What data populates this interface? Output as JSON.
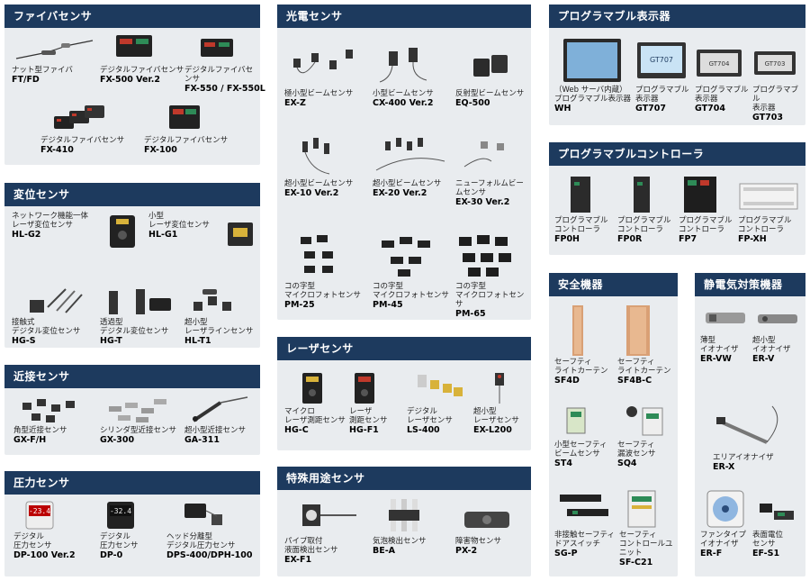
{
  "panels": [
    {
      "id": "fiber",
      "title": "ファイバセンサ",
      "items": [
        {
          "name": "ナット型ファイバ",
          "model": "FT/FD",
          "icon": "fiber-cable-icon"
        },
        {
          "name": "デジタルファイバセンサ",
          "model": "FX-500 Ver.2",
          "icon": "fiber-amplifier-icon"
        },
        {
          "name": "デジタルファイバセンサ",
          "model": "FX-550 / FX-550L",
          "icon": "fiber-amplifier-icon"
        },
        {
          "name": "デジタルファイバセンサ",
          "model": "FX-410",
          "icon": "fiber-amplifier-set-icon"
        },
        {
          "name": "デジタルファイバセンサ",
          "model": "FX-100",
          "icon": "fiber-amplifier-icon"
        }
      ]
    },
    {
      "id": "displacement",
      "title": "変位センサ",
      "items": [
        {
          "name": "ネットワーク機能一体\nレーザ変位センサ",
          "model": "HL-G2",
          "icon": "laser-displacement-sensor-icon"
        },
        {
          "name": "小型\nレーザ変位センサ",
          "model": "HL-G1",
          "icon": "laser-displacement-sensor-icon"
        },
        {
          "name": "接触式\nデジタル変位センサ",
          "model": "HG-S",
          "icon": "contact-probe-icon"
        },
        {
          "name": "透過型\nデジタル変位センサ",
          "model": "HG-T",
          "icon": "through-beam-sensor-icon"
        },
        {
          "name": "超小型\nレーザラインセンサ",
          "model": "HL-T1",
          "icon": "line-sensor-icon"
        }
      ]
    },
    {
      "id": "proximity",
      "title": "近接センサ",
      "items": [
        {
          "name": "角型近接センサ",
          "model": "GX-F/H",
          "icon": "square-proximity-sensor-icon"
        },
        {
          "name": "シリンダ型近接センサ",
          "model": "GX-300",
          "icon": "cylinder-proximity-sensor-icon"
        },
        {
          "name": "超小型近接センサ",
          "model": "GA-311",
          "icon": "mini-proximity-sensor-icon"
        }
      ]
    },
    {
      "id": "pressure",
      "title": "圧力センサ",
      "items": [
        {
          "name": "デジタル\n圧力センサ",
          "model": "DP-100 Ver.2",
          "icon": "pressure-display-icon",
          "display": "-23.4"
        },
        {
          "name": "デジタル\n圧力センサ",
          "model": "DP-0",
          "icon": "pressure-display-icon",
          "display": "-32.4"
        },
        {
          "name": "ヘッド分離型\nデジタル圧力センサ",
          "model": "DPS-400/DPH-100",
          "icon": "pressure-head-icon"
        }
      ]
    },
    {
      "id": "photoelectric",
      "title": "光電センサ",
      "items": [
        {
          "name": "極小型ビームセンサ",
          "model": "EX-Z",
          "icon": "mini-beam-sensor-icon"
        },
        {
          "name": "小型ビームセンサ",
          "model": "CX-400 Ver.2",
          "icon": "compact-beam-sensor-icon"
        },
        {
          "name": "反射型ビームセンサ",
          "model": "EQ-500",
          "icon": "reflective-beam-sensor-icon"
        },
        {
          "name": "超小型ビームセンサ",
          "model": "EX-10 Ver.2",
          "icon": "mini-beam-sensor-icon"
        },
        {
          "name": "超小型ビームセンサ",
          "model": "EX-20 Ver.2",
          "icon": "mini-beam-sensor-icon"
        },
        {
          "name": "ニューフォルムビームセンサ",
          "model": "EX-30 Ver.2",
          "icon": "mini-beam-sensor-icon"
        },
        {
          "name": "コの字型\nマイクロフォトセンサ",
          "model": "PM-25",
          "icon": "u-shaped-photomicrosensor-icon"
        },
        {
          "name": "コの字型\nマイクロフォトセンサ",
          "model": "PM-45",
          "icon": "u-shaped-photomicrosensor-icon"
        },
        {
          "name": "コの字型\nマイクロフォトセンサ",
          "model": "PM-65",
          "icon": "u-shaped-photomicrosensor-icon"
        }
      ]
    },
    {
      "id": "laser",
      "title": "レーザセンサ",
      "items": [
        {
          "name": "マイクロ\nレーザ測距センサ",
          "model": "HG-C",
          "icon": "laser-ranging-sensor-icon"
        },
        {
          "name": "レーザ\n測距センサ",
          "model": "HG-F1",
          "icon": "laser-ranging-sensor-icon"
        },
        {
          "name": "デジタル\nレーザセンサ",
          "model": "LS-400",
          "icon": "digital-laser-sensor-icon"
        },
        {
          "name": "超小型\nレーザセンサ",
          "model": "EX-L200",
          "icon": "mini-laser-sensor-icon"
        }
      ]
    },
    {
      "id": "special",
      "title": "特殊用途センサ",
      "items": [
        {
          "name": "パイプ取付\n液面検出センサ",
          "model": "EX-F1",
          "icon": "pipe-liquid-sensor-icon"
        },
        {
          "name": "気泡検出センサ",
          "model": "BE-A",
          "icon": "bubble-sensor-icon"
        },
        {
          "name": "障害物センサ",
          "model": "PX-2",
          "icon": "obstacle-sensor-icon"
        }
      ]
    },
    {
      "id": "display",
      "title": "プログラマブル表示器",
      "items": [
        {
          "name": "（Web サーバ内蔵）\nプログラマブル表示器",
          "model": "WH",
          "icon": "touch-panel-icon"
        },
        {
          "name": "プログラマブル\n表示器",
          "model": "GT707",
          "icon": "touch-panel-icon",
          "screen": "GT707"
        },
        {
          "name": "プログラマブル\n表示器",
          "model": "GT704",
          "icon": "touch-panel-icon",
          "screen": "GT704"
        },
        {
          "name": "プログラマブル\n表示器",
          "model": "GT703",
          "icon": "touch-panel-icon",
          "screen": "GT703"
        }
      ]
    },
    {
      "id": "plc",
      "title": "プログラマブルコントローラ",
      "items": [
        {
          "name": "プログラマブル\nコントローラ",
          "model": "FP0H",
          "icon": "plc-module-icon"
        },
        {
          "name": "プログラマブル\nコントローラ",
          "model": "FP0R",
          "icon": "plc-module-icon"
        },
        {
          "name": "プログラマブル\nコントローラ",
          "model": "FP7",
          "icon": "plc-rack-icon"
        },
        {
          "name": "プログラマブル\nコントローラ",
          "model": "FP-XH",
          "icon": "plc-compact-icon"
        }
      ]
    },
    {
      "id": "safety",
      "title": "安全機器",
      "items": [
        {
          "name": "セーフティ\nライトカーテン",
          "model": "SF4D",
          "icon": "light-curtain-icon"
        },
        {
          "name": "セーフティ\nライトカーテン",
          "model": "SF4B-C",
          "icon": "light-curtain-icon"
        },
        {
          "name": "小型セーフティ\nビームセンサ",
          "model": "ST4",
          "icon": "safety-beam-sensor-icon"
        },
        {
          "name": "セーフティ\n漏波センサ",
          "model": "SQ4",
          "icon": "safety-sensor-icon"
        },
        {
          "name": "非接触セーフティ\nドアスイッチ",
          "model": "SG-P",
          "icon": "door-switch-icon"
        },
        {
          "name": "セーフティ\nコントロールユニット",
          "model": "SF-C21",
          "icon": "safety-controller-icon"
        }
      ]
    },
    {
      "id": "antistatic",
      "title": "静電気対策機器",
      "items": [
        {
          "name": "薄型\nイオナイザ",
          "model": "ER-VW",
          "icon": "ionizer-icon"
        },
        {
          "name": "超小型\nイオナイザ",
          "model": "ER-V",
          "icon": "ionizer-icon"
        },
        {
          "name": "エリアイオナイザ",
          "model": "ER-X",
          "icon": "area-ionizer-icon"
        },
        {
          "name": "ファンタイプ\nイオナイザ",
          "model": "ER-F",
          "icon": "fan-ionizer-icon"
        },
        {
          "name": "表面電位\nセンサ",
          "model": "EF-S1",
          "icon": "potential-sensor-icon"
        }
      ]
    }
  ],
  "colors": {
    "header_bg": "#1d3a5e",
    "panel_bg": "#e9ecef",
    "device_dark": "#2b2b2b",
    "lens_red": "#c0392b",
    "lens_green": "#2e8b57",
    "curtain_orange": "#d9a075",
    "display_lcd": "#c9e3f5"
  }
}
